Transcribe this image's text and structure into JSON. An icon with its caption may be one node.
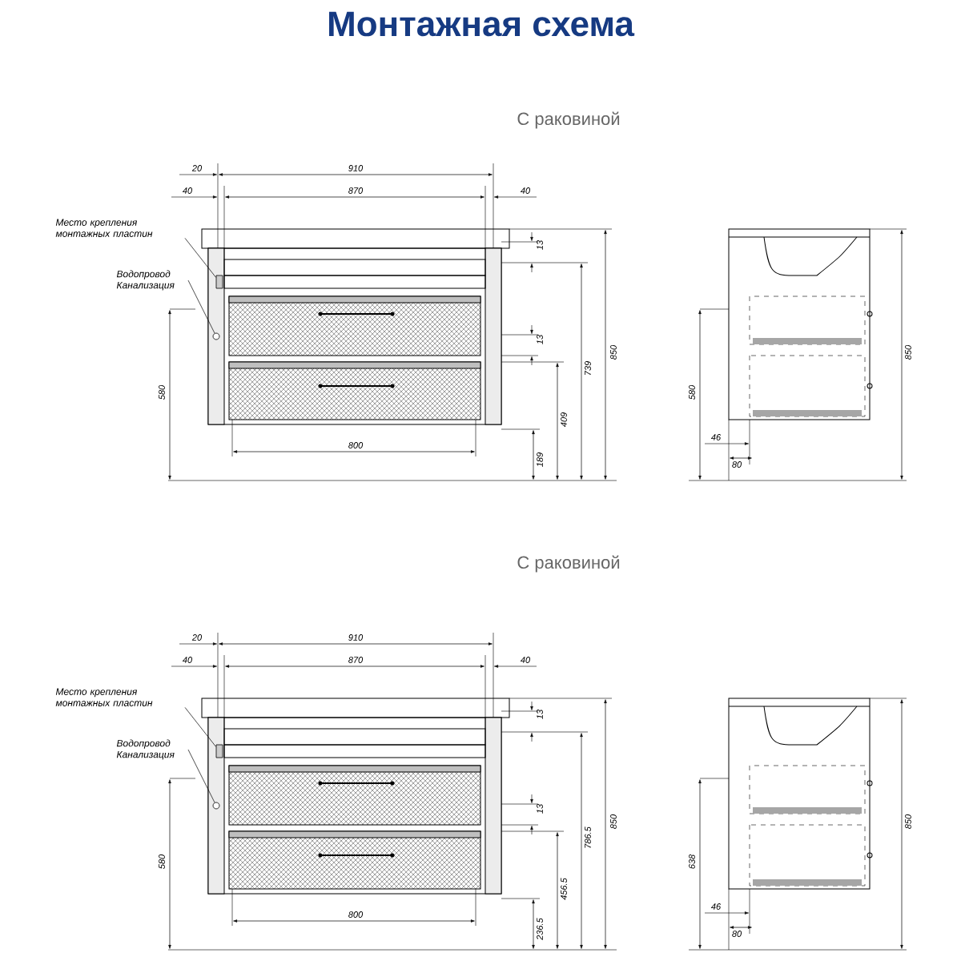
{
  "diagram": {
    "title": "Монтажная схема",
    "nodes": [
      {
        "text": [
          "Место крепления монтажных пластин"
        ]
      },
      {
        "text": [
          "Водопровод Канализация"
        ]
      },
      {
        "text": [
          "Место крепления монтажных пластин"
        ]
      },
      {
        "text": [
          "Водопровод Канализация"
        ]
      },
      {
        "text": [],
        "shape": "box"
      },
      {
        "text": [],
        "shape": "circle"
      },
      {
        "text": [],
        "shape": "box"
      },
      {
        "text": [],
        "shape": "circle"
      }
    ],
    "edges": [
      {
        "from": 0,
        "to": 4,
        "arrow": "none"
      },
      {
        "from": 1,
        "to": 5,
        "arrow": "none"
      },
      {
        "from": 2,
        "to": 6,
        "arrow": "none"
      },
      {
        "from": 3,
        "to": 7,
        "arrow": "none"
      }
    ],
    "labels": [
      "С раковиной",
      "20",
      "910",
      "40",
      "870",
      "40",
      "13",
      "13",
      "739",
      "850",
      "580",
      "409",
      "800",
      "189",
      "580",
      "46",
      "80",
      "850",
      "С раковиной",
      "20",
      "910",
      "40",
      "870",
      "40",
      "13",
      "13",
      "786.5",
      "850",
      "580",
      "456.5",
      "800",
      "236.5",
      "638",
      "46",
      "80",
      "850"
    ]
  }
}
